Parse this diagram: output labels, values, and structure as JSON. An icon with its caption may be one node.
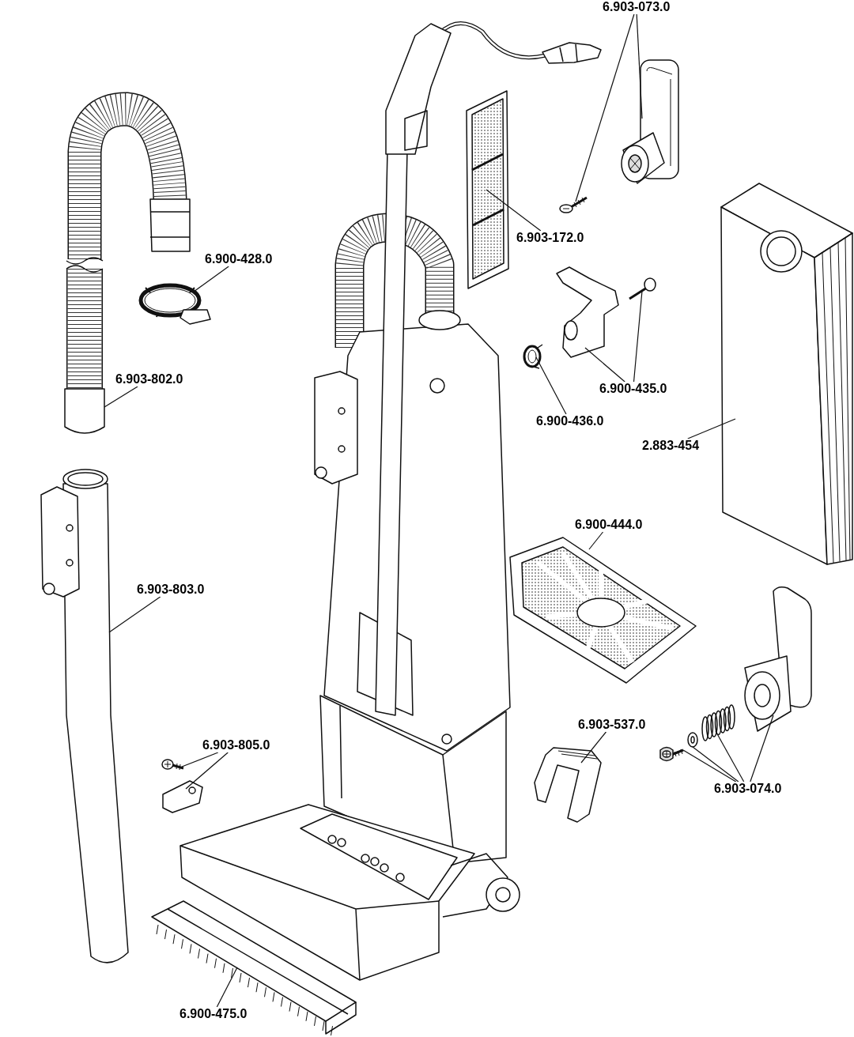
{
  "diagram": {
    "nodes": [
      {
        "text": [
          "6.903-073.0"
        ]
      },
      {
        "text": [
          "6.903-172.0"
        ]
      },
      {
        "text": [
          "6.900-428.0"
        ]
      },
      {
        "text": [
          "6.903-802.0"
        ]
      },
      {
        "text": [
          "6.900-435.0"
        ]
      },
      {
        "text": [
          "6.900-436.0"
        ]
      },
      {
        "text": [
          "2.883-454"
        ]
      },
      {
        "text": [
          "6.900-444.0"
        ]
      },
      {
        "text": [
          "6.903-803.0"
        ]
      },
      {
        "text": [
          "6.903-537.0"
        ]
      },
      {
        "text": [
          "6.903-805.0"
        ]
      },
      {
        "text": [
          "6.903-074.0"
        ]
      },
      {
        "text": [
          "6.900-475.0"
        ]
      },
      {
        "text": [],
        "shape": "picture"
      },
      {
        "text": [],
        "shape": "picture"
      },
      {
        "text": [],
        "shape": "picture"
      },
      {
        "text": [],
        "shape": "picture"
      },
      {
        "text": [],
        "shape": "picture"
      },
      {
        "text": [],
        "shape": "picture"
      },
      {
        "text": [],
        "shape": "picture"
      },
      {
        "text": [],
        "shape": "picture"
      },
      {
        "text": [],
        "shape": "picture"
      },
      {
        "text": [],
        "shape": "picture"
      },
      {
        "text": [],
        "shape": "picture"
      },
      {
        "text": [],
        "shape": "picture"
      },
      {
        "text": [],
        "shape": "picture"
      },
      {
        "text": [],
        "shape": "picture"
      },
      {
        "text": [],
        "shape": "picture"
      },
      {
        "text": [],
        "shape": "picture"
      },
      {
        "text": [],
        "shape": "picture"
      },
      {
        "text": [],
        "shape": "picture"
      },
      {
        "text": [],
        "shape": "picture"
      }
    ],
    "edges": [
      {
        "from": 0,
        "to": 13,
        "arrow": "none"
      },
      {
        "from": 0,
        "to": 14,
        "arrow": "none"
      },
      {
        "from": 1,
        "to": 15,
        "arrow": "none"
      },
      {
        "from": 2,
        "to": 16,
        "arrow": "none"
      },
      {
        "from": 3,
        "to": 17,
        "arrow": "none"
      },
      {
        "from": 4,
        "to": 18,
        "arrow": "none"
      },
      {
        "from": 4,
        "to": 19,
        "arrow": "none"
      },
      {
        "from": 5,
        "to": 20,
        "arrow": "none"
      },
      {
        "from": 6,
        "to": 21,
        "arrow": "none"
      },
      {
        "from": 7,
        "to": 22,
        "arrow": "none"
      },
      {
        "from": 8,
        "to": 23,
        "arrow": "none"
      },
      {
        "from": 9,
        "to": 24,
        "arrow": "none"
      },
      {
        "from": 10,
        "to": 25,
        "arrow": "none"
      },
      {
        "from": 10,
        "to": 26,
        "arrow": "none"
      },
      {
        "from": 11,
        "to": 27,
        "arrow": "none"
      },
      {
        "from": 11,
        "to": 28,
        "arrow": "none"
      },
      {
        "from": 11,
        "to": 29,
        "arrow": "none"
      },
      {
        "from": 11,
        "to": 30,
        "arrow": "none"
      },
      {
        "from": 12,
        "to": 31,
        "arrow": "none"
      }
    ]
  }
}
